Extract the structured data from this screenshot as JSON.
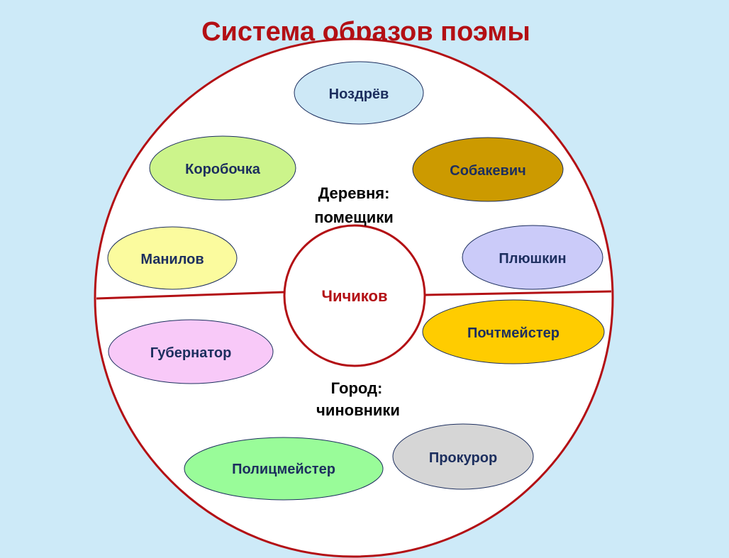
{
  "title": "Система образов поэмы",
  "center": {
    "label": "Чичиков"
  },
  "groups": {
    "village": {
      "line1": "Деревня:",
      "line2": "помещики"
    },
    "town": {
      "line1": "Город:",
      "line2": "чиновники"
    }
  },
  "nodes": [
    {
      "label": "Ноздрёв",
      "group": "village",
      "color": "#cde8f6"
    },
    {
      "label": "Коробочка",
      "group": "village",
      "color": "#ccf48b"
    },
    {
      "label": "Собакевич",
      "group": "village",
      "color": "#cc9a00"
    },
    {
      "label": "Манилов",
      "group": "village",
      "color": "#fbfb9e"
    },
    {
      "label": "Плюшкин",
      "group": "village",
      "color": "#cbcbf9"
    },
    {
      "label": "Губернатор",
      "group": "town",
      "color": "#f8c9f8"
    },
    {
      "label": "Почтмейстер",
      "group": "town",
      "color": "#ffcc00"
    },
    {
      "label": "Полицмейстер",
      "group": "town",
      "color": "#99fc99"
    },
    {
      "label": "Прокурор",
      "group": "town",
      "color": "#d6d6d6"
    }
  ],
  "colors": {
    "background": "#cdeaf8",
    "outline": "#b30f14",
    "title": "#b30f14",
    "node_text": "#1c2e5e"
  }
}
